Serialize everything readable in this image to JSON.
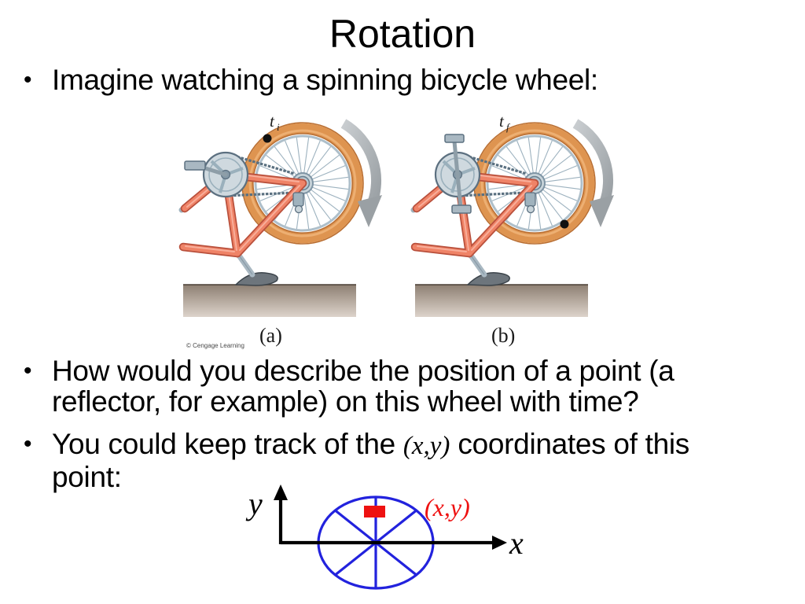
{
  "slide": {
    "title": "Rotation",
    "bullet_char": "•",
    "bullets": [
      {
        "lines": [
          "Imagine watching a spinning bicycle wheel:"
        ]
      },
      {
        "lines": [
          "How would you describe the position of a point (a",
          "reflector, for example) on this wheel with time?"
        ]
      },
      {
        "pre": "You could keep track of the ",
        "math": "(x,y)",
        "post": " coordinates of this",
        "line2": "point:"
      }
    ]
  },
  "figure": {
    "time_initial": {
      "main": "t",
      "sub": "i"
    },
    "time_final": {
      "main": "t",
      "sub": "f"
    },
    "caption_a": "(a)",
    "caption_b": "(b)",
    "credit": "© Cengage Learning",
    "colors": {
      "tire": "#de9450",
      "tire_outline": "#b06a30",
      "frame": "#ef8367",
      "frame_outline": "#b9503c",
      "metal": "#9fb2bd",
      "rim": "#aebfca",
      "ground_top": "#8e8073",
      "ground_bottom": "#ddd3cb",
      "arrow": "#b4b8bb",
      "reflector": "#111111"
    }
  },
  "diagram": {
    "y_axis_label": "y",
    "x_axis_label": "x",
    "point_label": "(x,y)",
    "colors": {
      "wheel": "#2222dd",
      "point": "#ee1111",
      "axis": "#000000"
    }
  }
}
